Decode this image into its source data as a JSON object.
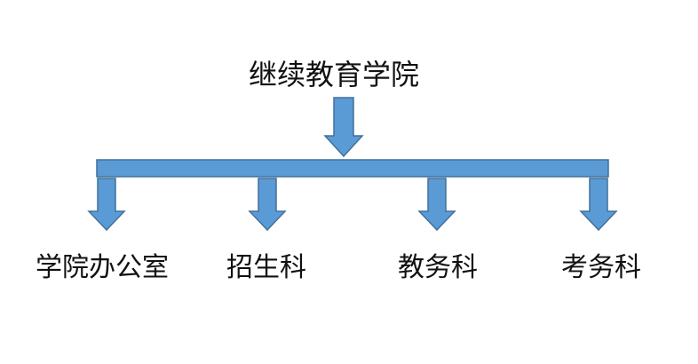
{
  "title": "继续教育学院",
  "departments": [
    {
      "label": "学院办公室"
    },
    {
      "label": "招生科"
    },
    {
      "label": "教务科"
    },
    {
      "label": "考务科"
    }
  ],
  "colors": {
    "fill": "#5B9BD5",
    "stroke": "#41719C",
    "text": "#111111"
  }
}
